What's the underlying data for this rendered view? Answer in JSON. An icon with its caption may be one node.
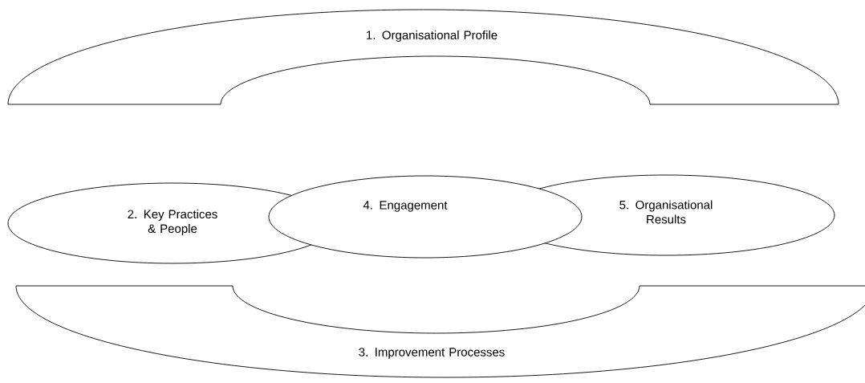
{
  "diagram": {
    "nodes": [
      {
        "text": [
          "1. Organisational Profile"
        ]
      },
      {
        "text": [
          "2. Key Practices & People"
        ]
      },
      {
        "text": [
          "4. Engagement"
        ]
      },
      {
        "text": [
          "5. Organisational Results"
        ]
      },
      {
        "text": [
          "3. Improvement Processes"
        ]
      }
    ]
  }
}
